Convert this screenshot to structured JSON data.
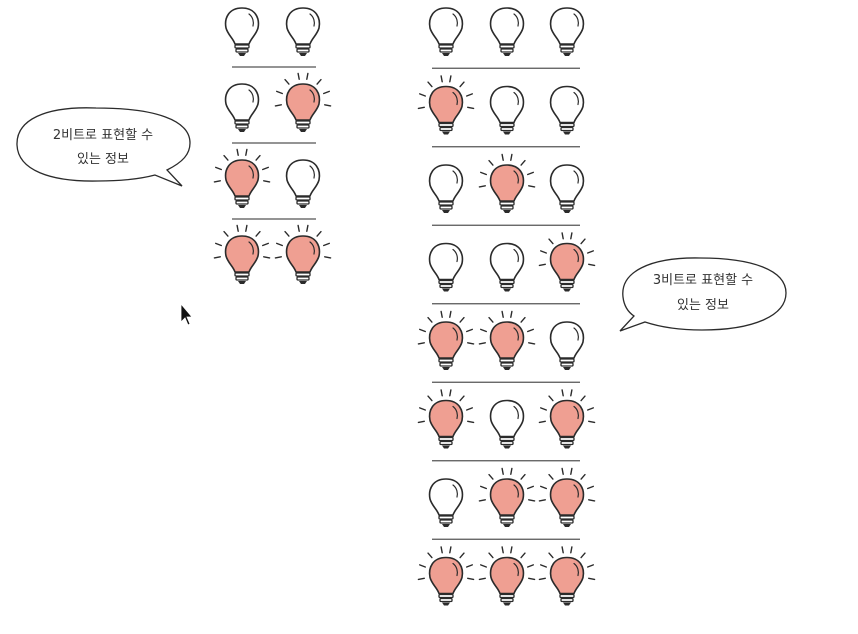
{
  "colors": {
    "bulb_on": "#ef9f92",
    "bulb_off": "#ffffff",
    "ink": "#2b2b2b",
    "divider": "#555555"
  },
  "two_bit": {
    "rows": [
      [
        0,
        0
      ],
      [
        0,
        1
      ],
      [
        1,
        0
      ],
      [
        1,
        1
      ]
    ],
    "callout": {
      "line1": "2비트로 표현할 수",
      "line2": "있는 정보"
    }
  },
  "three_bit": {
    "rows": [
      [
        0,
        0,
        0
      ],
      [
        1,
        0,
        0
      ],
      [
        0,
        1,
        0
      ],
      [
        0,
        0,
        1
      ],
      [
        1,
        1,
        0
      ],
      [
        1,
        0,
        1
      ],
      [
        0,
        1,
        1
      ],
      [
        1,
        1,
        1
      ]
    ],
    "callout": {
      "line1": "3비트로 표현할 수",
      "line2": "있는 정보"
    }
  },
  "cursor": "arrow-cursor-icon"
}
